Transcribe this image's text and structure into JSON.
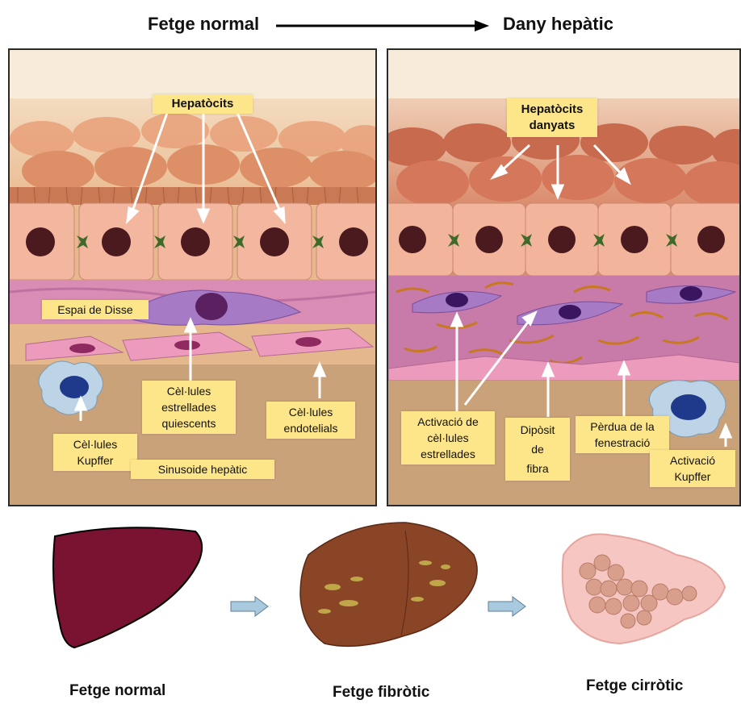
{
  "header": {
    "left_label": "Fetge normal",
    "right_label": "Dany hepàtic"
  },
  "left_panel": {
    "hepatocytes": "Hepatòcits",
    "disse_space": "Espai de Disse",
    "stellate_cells": [
      "Cèl·lules",
      "estrellades",
      "quiescents"
    ],
    "endothelial_cells": [
      "Cèl·lules",
      "endotelials"
    ],
    "kupffer_cells": [
      "Cèl·lules",
      "Kupffer"
    ],
    "sinusoid": "Sinusoide hepàtic"
  },
  "right_panel": {
    "damaged_hepatocytes": [
      "Hepatòcits",
      "danyats"
    ],
    "stellate_activation": [
      "Activació de",
      "cèl·lules",
      "estrellades"
    ],
    "fiber_deposit": [
      "Dipòsit",
      "de",
      "fibra"
    ],
    "fenestration_loss": [
      "Pèrdua de la",
      "fenestració"
    ],
    "kupffer_activation": [
      "Activació",
      "Kupffer"
    ]
  },
  "bottom": {
    "normal_liver": "Fetge normal",
    "fibrotic_liver": "Fetge fibròtic",
    "cirrhotic_liver": "Fetge cirròtic"
  },
  "colors": {
    "label_bg": "#fde58a",
    "normal_liver": "#7a1232",
    "fibrotic_liver": "#8a4426",
    "cirrhotic_liver": "#d8a08c",
    "fibrosis_streak": "#c8b850",
    "arrow_light": "#a9c9de",
    "hepatocyte": "#f3b7a0",
    "nucleus": "#4a1a1e",
    "endothelium": "#e897b8"
  }
}
